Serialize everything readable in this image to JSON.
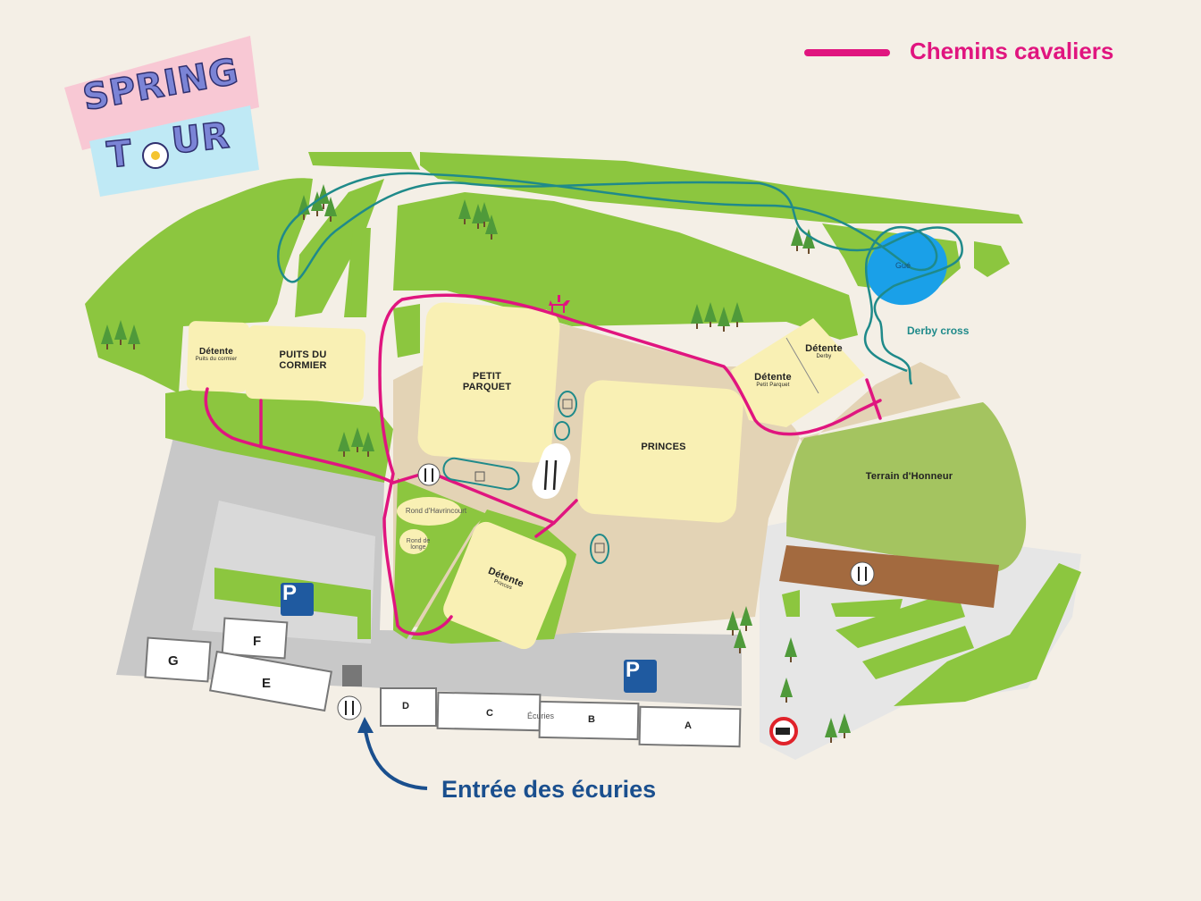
{
  "logo": {
    "line1": "SPRING",
    "line2_left": "T",
    "line2_right": "UR"
  },
  "legend": {
    "label": "Chemins cavaliers",
    "color": "#e0157f"
  },
  "entrance": {
    "label": "Entrée des écuries",
    "color": "#1a4f8e"
  },
  "derby_cross": {
    "label": "Derby cross",
    "color": "#1f8a8a"
  },
  "lake": {
    "label": "Gué"
  },
  "areas": {
    "detente_puits": {
      "title": "Détente",
      "sub": "Puits du cormier"
    },
    "puits_du_cormier": {
      "line1": "PUITS DU",
      "line2": "CORMIER"
    },
    "petit_parquet": {
      "line1": "PETIT",
      "line2": "PARQUET"
    },
    "princes": {
      "title": "PRINCES"
    },
    "detente_derby": {
      "title": "Détente",
      "sub": "Derby"
    },
    "detente_petit_parquet": {
      "title": "Détente",
      "sub": "Petit Parquet"
    },
    "terrain_honneur": {
      "title": "Terrain d'Honneur"
    },
    "detente_princes": {
      "title": "Détente",
      "sub": "Princes"
    },
    "rond_havrincourt": {
      "title": "Rond d'Havrincourt"
    },
    "rond_longe": {
      "title": "Rond de longe"
    }
  },
  "stables": {
    "title": "Écuries",
    "blocks": [
      "D",
      "C",
      "B",
      "A"
    ],
    "boxes": [
      "F",
      "G",
      "E"
    ]
  },
  "icons": {
    "parking": "parking-icon",
    "restaurant": "restaurant-icon",
    "no_trucks": "no-trucks-icon",
    "shopping": "shopping-bag-icon",
    "rider": "horse-rider-icon"
  },
  "colors": {
    "background": "#f4efe6",
    "grass": "#8cc63f",
    "arena": "#f9f0b4",
    "sand": "#e3d3b5",
    "pavement": "#c8c8c8",
    "path": "#e0157f",
    "cross": "#1f8a8a",
    "water": "#1aa0e8",
    "roof": "#a36a3f"
  }
}
